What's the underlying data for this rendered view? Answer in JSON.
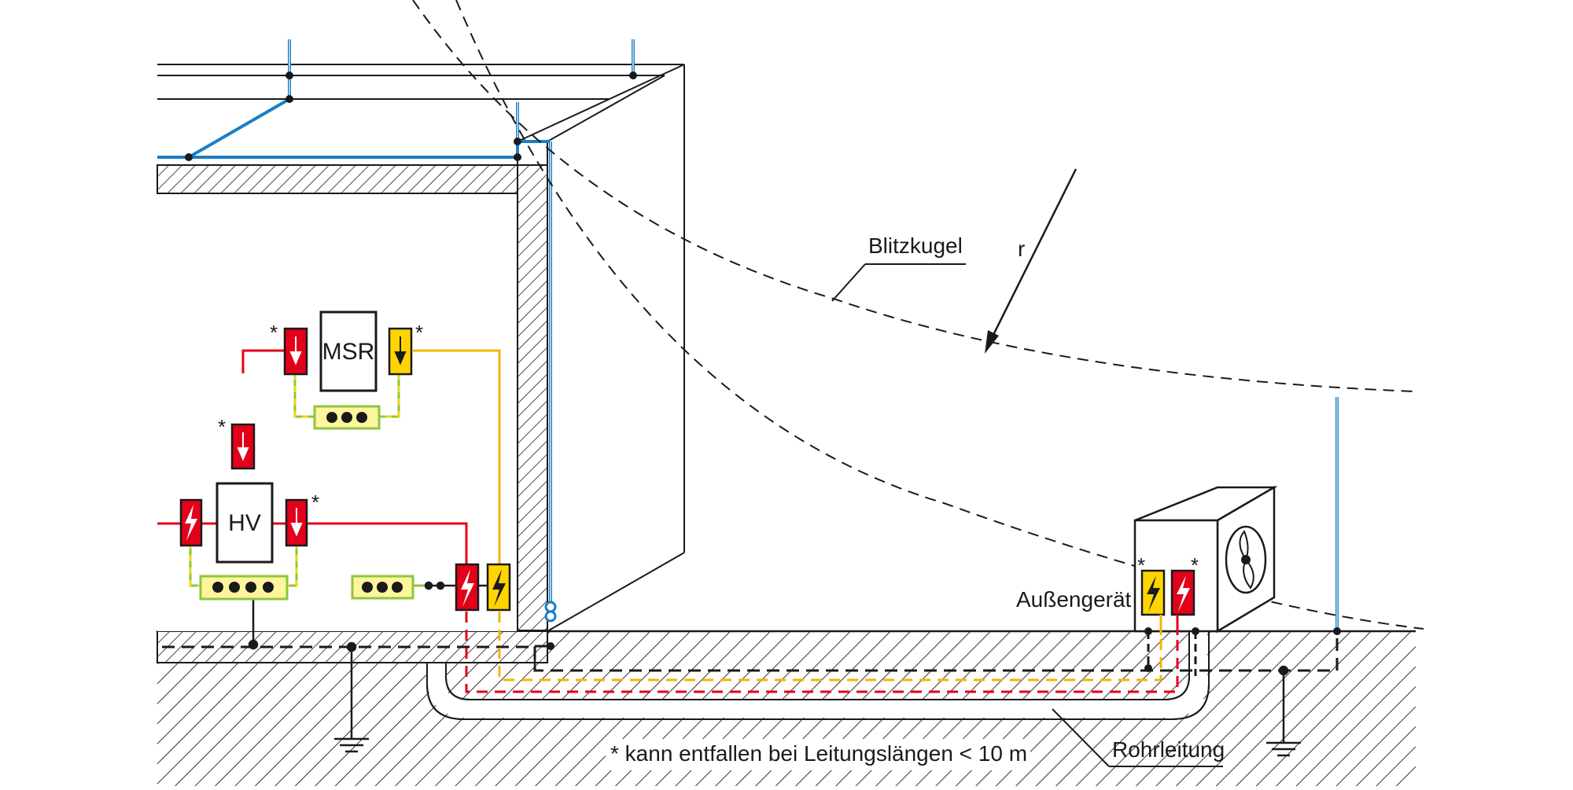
{
  "labels": {
    "blitzkugel": "Blitzkugel",
    "radius": "r",
    "msr": "MSR",
    "hv": "HV",
    "aussengeraet": "Außengerät",
    "rohrleitung": "Rohrleitung",
    "footnote": "* kann entfallen bei Leitungslängen < 10 m",
    "asterisk": "*"
  },
  "colors": {
    "lightning_rod": "#1a7fc4",
    "power_line": "#e2001a",
    "signal_line": "#f2b600",
    "spd_red": "#e2001a",
    "spd_yellow": "#ffd400",
    "equipotential_bar": "#8cc63f",
    "earth_dashed": "#1a1a1a"
  },
  "icons": {
    "spd": "lightning-bolt-icon",
    "fan": "fan-icon",
    "earth": "ground-symbol-icon"
  }
}
